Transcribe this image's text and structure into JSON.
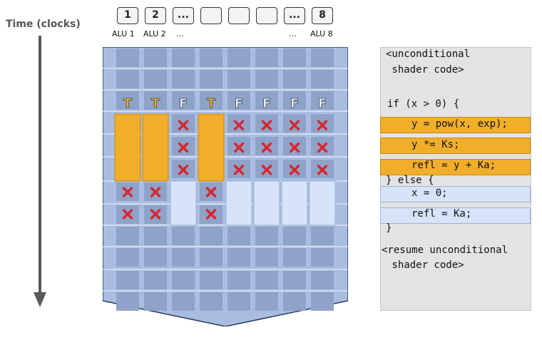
{
  "time_axis": {
    "label": "Time (clocks)"
  },
  "alus": {
    "boxes": [
      "1",
      "2",
      "...",
      "",
      "",
      "",
      "...",
      "8"
    ],
    "labels": [
      "ALU 1",
      "ALU 2",
      "...",
      "...",
      "ALU 8"
    ]
  },
  "lanes": {
    "predicates": [
      "T",
      "T",
      "F",
      "T",
      "F",
      "F",
      "F",
      "F"
    ],
    "true_branch": [
      "active",
      "active",
      "masked",
      "active",
      "masked",
      "masked",
      "masked",
      "masked"
    ],
    "false_branch": [
      "masked",
      "masked",
      "active",
      "masked",
      "active",
      "active",
      "active",
      "active"
    ],
    "true_branch_clocks": 3,
    "false_branch_clocks": 2
  },
  "code": {
    "lines": [
      "<unconditional",
      " shader code>",
      "if (x > 0) {",
      "y = pow(x, exp);",
      "y *= Ks;",
      "refl = y + Ka;",
      "} else {",
      "x = 0;",
      "refl = Ka;",
      "}",
      "<resume unconditional",
      " shader code>"
    ]
  },
  "colors": {
    "grid_bg": "#a9bde0",
    "cell": "#8fa3c9",
    "true_color": "#f0ae2b",
    "false_color": "#d6e3f8",
    "mask_x": "#d8262c",
    "code_bg": "#e3e3e3"
  }
}
